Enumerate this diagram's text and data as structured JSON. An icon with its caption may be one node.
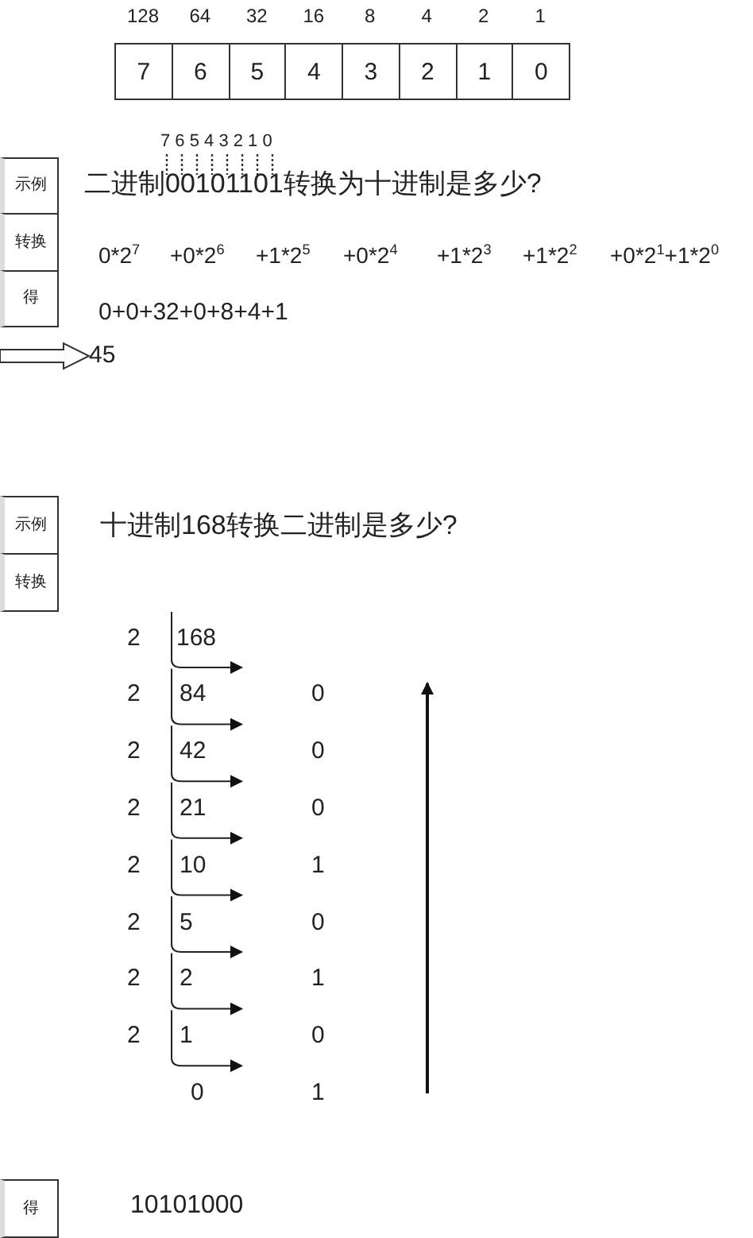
{
  "diagram": {
    "nodes": [
      {
        "text": [
          "7"
        ]
      },
      {
        "text": [
          "6"
        ]
      },
      {
        "text": [
          "5"
        ]
      },
      {
        "text": [
          "4"
        ]
      },
      {
        "text": [
          "3"
        ]
      },
      {
        "text": [
          "2"
        ]
      },
      {
        "text": [
          "1"
        ]
      },
      {
        "text": [
          "0"
        ]
      },
      {
        "text": [
          "示例"
        ]
      },
      {
        "text": [
          "转换"
        ]
      },
      {
        "text": [
          "得"
        ]
      },
      {
        "text": [
          "45"
        ]
      },
      {
        "text": [
          "示例"
        ]
      },
      {
        "text": [
          "转换"
        ]
      },
      {
        "text": [
          "得"
        ]
      }
    ],
    "edges": [
      {
        "from": null,
        "to": 11,
        "arrow": "to"
      }
    ],
    "labels": [
      "128",
      "64",
      "32",
      "16",
      "8",
      "4",
      "2",
      "1",
      "7 6 5 4 3 2 1 0",
      "二进制00101101转换为十进制是多少?",
      "0*2$^{7}$",
      "+0*2$^{6}$",
      "+1*2$^{5}$",
      "+0*2$^{4}$",
      "+1*2$^{3}$",
      "+1*2$^{2}$",
      "+0*2$^{1}$+1*2$^{0}$",
      "0+0+32+0+8+4+1",
      "十进制168转换二进制是多少?",
      "2",
      "168",
      "2",
      "84",
      "0",
      "2",
      "42",
      "0",
      "2",
      "21",
      "0",
      "2",
      "10",
      "1",
      "2",
      "5",
      "0",
      "2",
      "2",
      "1",
      "2",
      "1",
      "0",
      "0",
      "1",
      "10101000"
    ]
  }
}
